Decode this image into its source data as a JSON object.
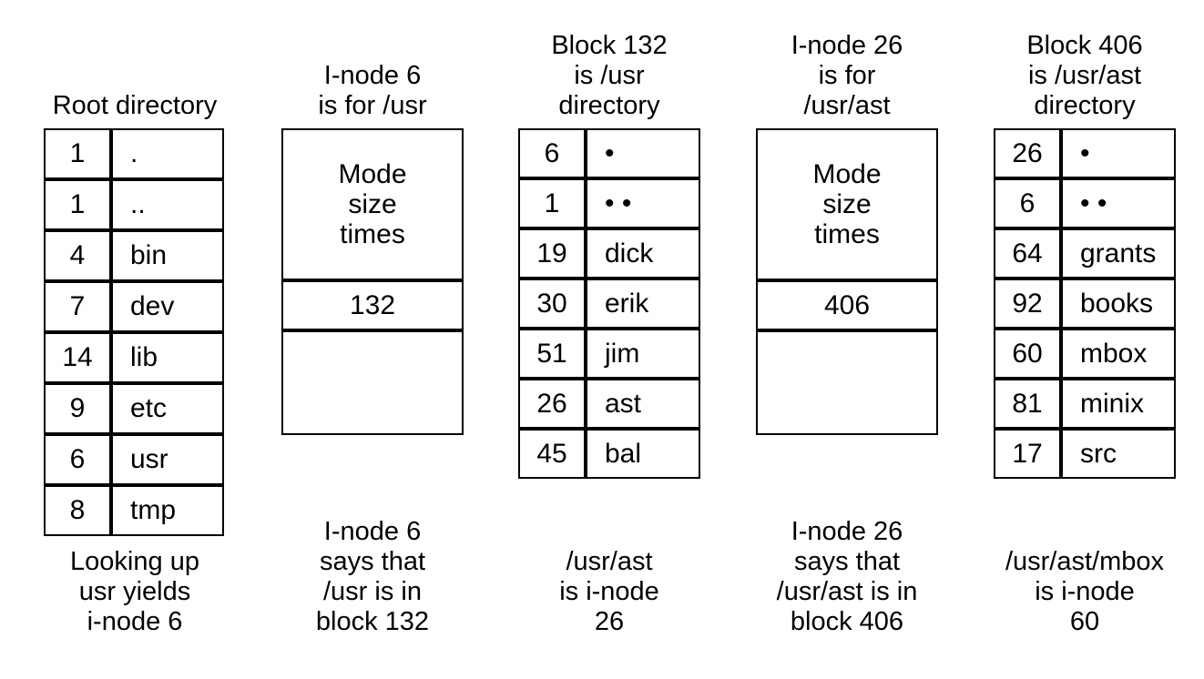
{
  "figure": {
    "background_color": "#ffffff",
    "line_and_text_color": "#000000"
  },
  "columns": [
    {
      "id": "root-directory",
      "type": "table",
      "title_lines": [
        "Root directory"
      ],
      "rows": [
        [
          "1",
          "."
        ],
        [
          "1",
          ".."
        ],
        [
          "4",
          "bin"
        ],
        [
          "7",
          "dev"
        ],
        [
          "14",
          "lib"
        ],
        [
          "9",
          "etc"
        ],
        [
          "6",
          "usr"
        ],
        [
          "8",
          "tmp"
        ]
      ],
      "caption_lines": [
        "Looking up",
        "usr yields",
        "i-node 6"
      ]
    },
    {
      "id": "inode-6",
      "type": "inode",
      "title_lines": [
        "I-node 6",
        "is for /usr"
      ],
      "attribute_lines": [
        "Mode",
        "size",
        "times"
      ],
      "block_pointer": "132",
      "caption_lines": [
        "I-node 6",
        "says that",
        "/usr is in",
        "block 132"
      ]
    },
    {
      "id": "block-132",
      "type": "table",
      "title_lines": [
        "Block 132",
        "is /usr",
        "directory"
      ],
      "rows": [
        [
          "6",
          "•"
        ],
        [
          "1",
          "• •"
        ],
        [
          "19",
          "dick"
        ],
        [
          "30",
          "erik"
        ],
        [
          "51",
          "jim"
        ],
        [
          "26",
          "ast"
        ],
        [
          "45",
          "bal"
        ]
      ],
      "caption_lines": [
        "/usr/ast",
        "is i-node",
        "26"
      ]
    },
    {
      "id": "inode-26",
      "type": "inode",
      "title_lines": [
        "I-node 26",
        "is for",
        "/usr/ast"
      ],
      "attribute_lines": [
        "Mode",
        "size",
        "times"
      ],
      "block_pointer": "406",
      "caption_lines": [
        "I-node 26",
        "says that",
        "/usr/ast is in",
        "block 406"
      ]
    },
    {
      "id": "block-406",
      "type": "table",
      "title_lines": [
        "Block 406",
        "is /usr/ast",
        "directory"
      ],
      "rows": [
        [
          "26",
          "•"
        ],
        [
          "6",
          "• •"
        ],
        [
          "64",
          "grants"
        ],
        [
          "92",
          "books"
        ],
        [
          "60",
          "mbox"
        ],
        [
          "81",
          "minix"
        ],
        [
          "17",
          "src"
        ]
      ],
      "caption_lines": [
        "/usr/ast/mbox",
        "is i-node",
        "60"
      ]
    }
  ]
}
